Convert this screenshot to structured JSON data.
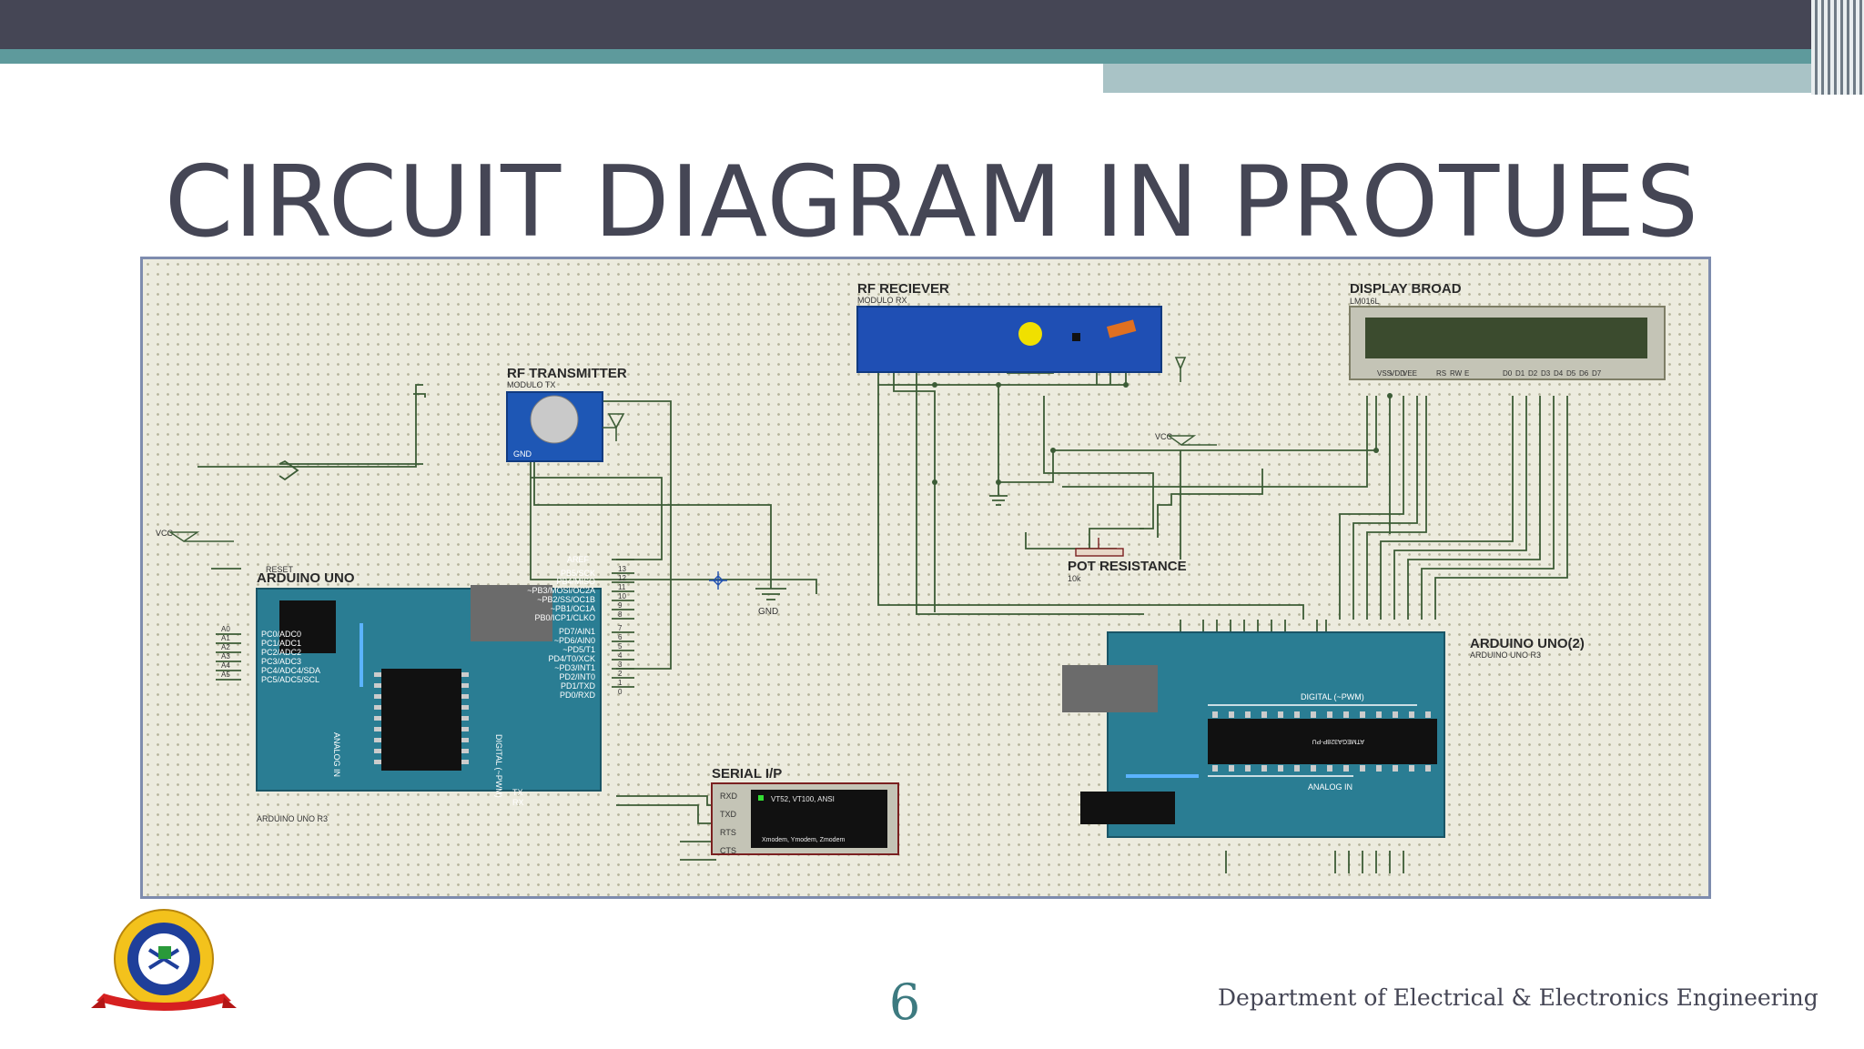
{
  "slide": {
    "title": "CIRCUIT DIAGRAM IN PROTUES",
    "page_number": "6",
    "department": "Department of Electrical & Electronics Engineering"
  },
  "diagram": {
    "rf_transmitter": {
      "label": "RF TRANSMITTER",
      "sub": "MODULO TX"
    },
    "rf_receiver": {
      "label": "RF RECIEVER",
      "sub": "MODULO RX"
    },
    "display": {
      "label": "DISPLAY BROAD",
      "sub": "LM016L",
      "pins": [
        "VSS",
        "VDD",
        "VEE",
        "RS",
        "RW",
        "E",
        "D0",
        "D1",
        "D2",
        "D3",
        "D4",
        "D5",
        "D6",
        "D7"
      ]
    },
    "arduino1": {
      "label": "ARDUINO UNO",
      "sub": "ARDUINO UNO R3",
      "reset": "RESET",
      "aref": "AREF",
      "analog": "ANALOG IN",
      "digital": "DIGITAL (~PWM)",
      "tx": "TX",
      "rx": "RX",
      "analog_pins": [
        "A0",
        "A1",
        "A2",
        "A3",
        "A4",
        "A5"
      ],
      "analog_names": [
        "PC0/ADC0",
        "PC1/ADC1",
        "PC2/ADC2",
        "PC3/ADC3",
        "PC4/ADC4/SDA",
        "PC5/ADC5/SCL"
      ],
      "digital_names": [
        "PB5/SCK",
        "PB4/MISO",
        "~PB3/MOSI/OC2A",
        "~PB2/SS/OC1B",
        "~PB1/OC1A",
        "PB0/ICP1/CLKO",
        "PD7/AIN1",
        "~PD6/AIN0",
        "~PD5/T1",
        "PD4/T0/XCK",
        "~PD3/INT1",
        "PD2/INT0",
        "PD1/TXD",
        "PD0/RXD"
      ],
      "digital_nums": [
        "13",
        "12",
        "11",
        "10",
        "9",
        "8",
        "7",
        "6",
        "5",
        "4",
        "3",
        "2",
        "1",
        "0"
      ]
    },
    "arduino2": {
      "label": "ARDUINO UNO(2)",
      "sub": "ARDUINO UNO R3",
      "digital": "DIGITAL (~PWM)",
      "analog": "ANALOG IN",
      "chip": "ATMEGA328P-PU"
    },
    "serial": {
      "label": "SERIAL I/P",
      "pins": [
        "RXD",
        "TXD",
        "RTS",
        "CTS"
      ],
      "screen": "VT52, VT100, ANSI",
      "foot": "Xmodem, Ymodem, Zmodem"
    },
    "pot": {
      "label": "POT RESISTANCE",
      "sub": "10k"
    },
    "gnd": "GND",
    "vcc": "VCC"
  },
  "colors": {
    "board": "#2a7d93",
    "rf_rx": "#1f4fb4",
    "lcd_screen": "#3b4b2e",
    "wire": "#3c5c36"
  }
}
